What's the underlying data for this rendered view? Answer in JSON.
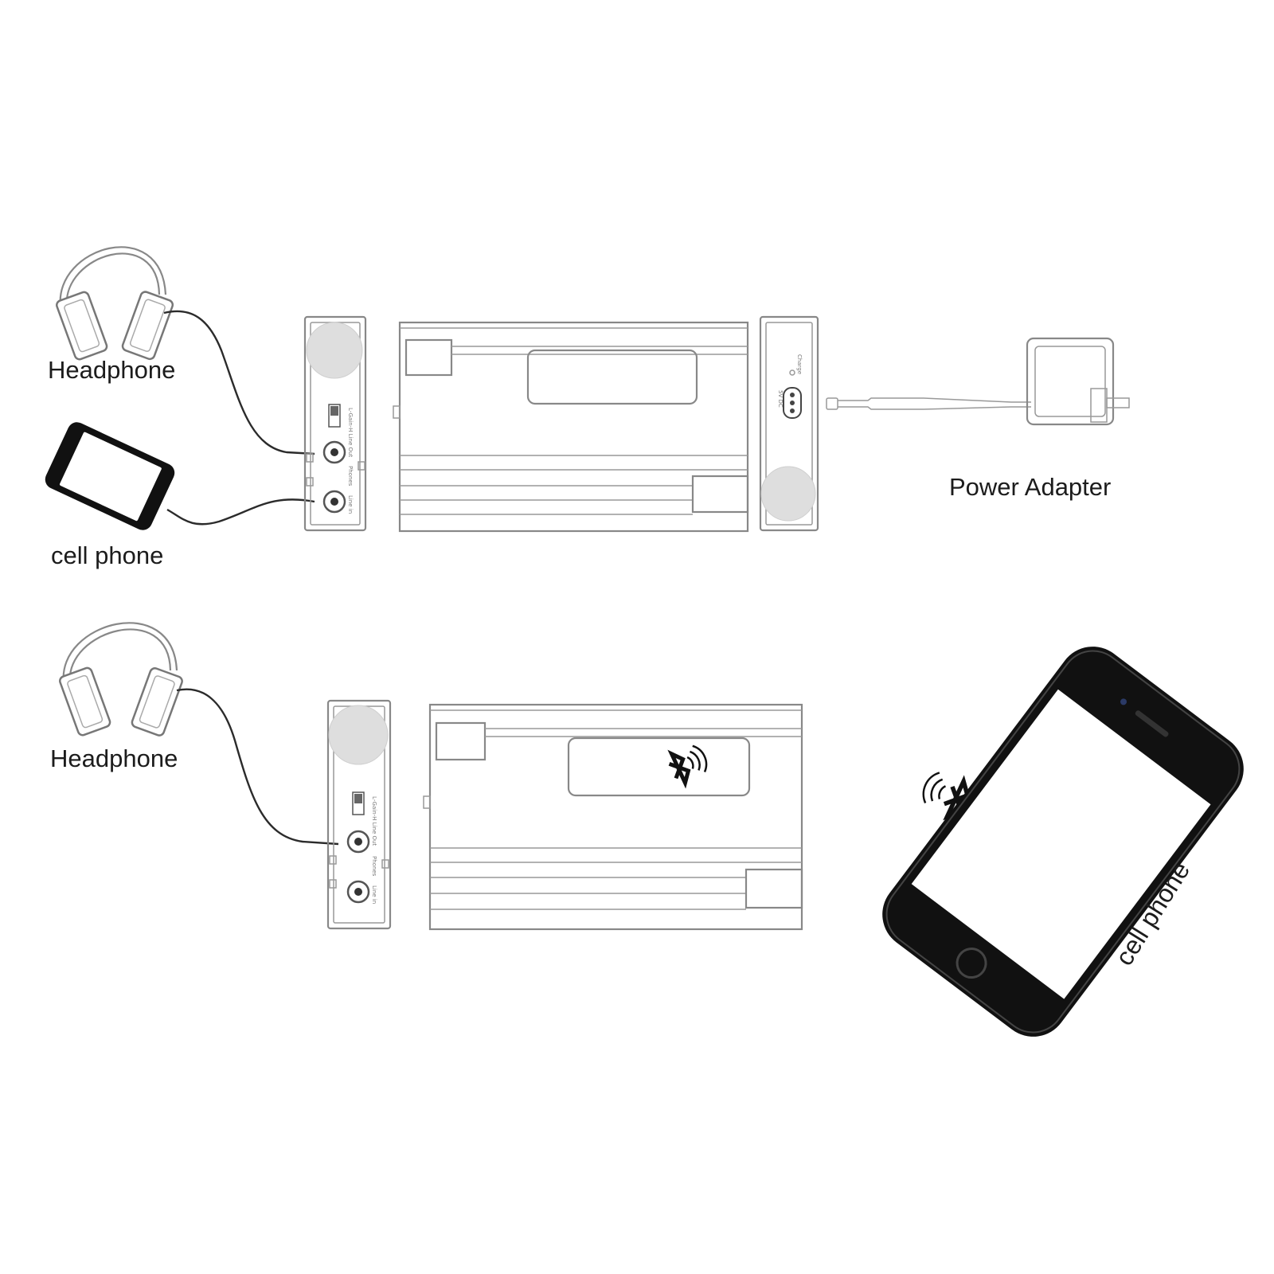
{
  "labels": {
    "headphone_top": "Headphone",
    "cellphone_top": "cell phone",
    "power_adapter": "Power Adapter",
    "headphone_bottom": "Headphone",
    "cellphone_bottom": "cell phone"
  },
  "colors": {
    "outline": "#888888",
    "cable": "#2b2b2b",
    "phone_body": "#111111",
    "knob": "#dedede"
  },
  "icons": [
    "headphone-icon",
    "cell-phone-icon",
    "power-adapter-icon",
    "bluetooth-icon",
    "volume-knob-icon",
    "audio-jack-icon"
  ]
}
